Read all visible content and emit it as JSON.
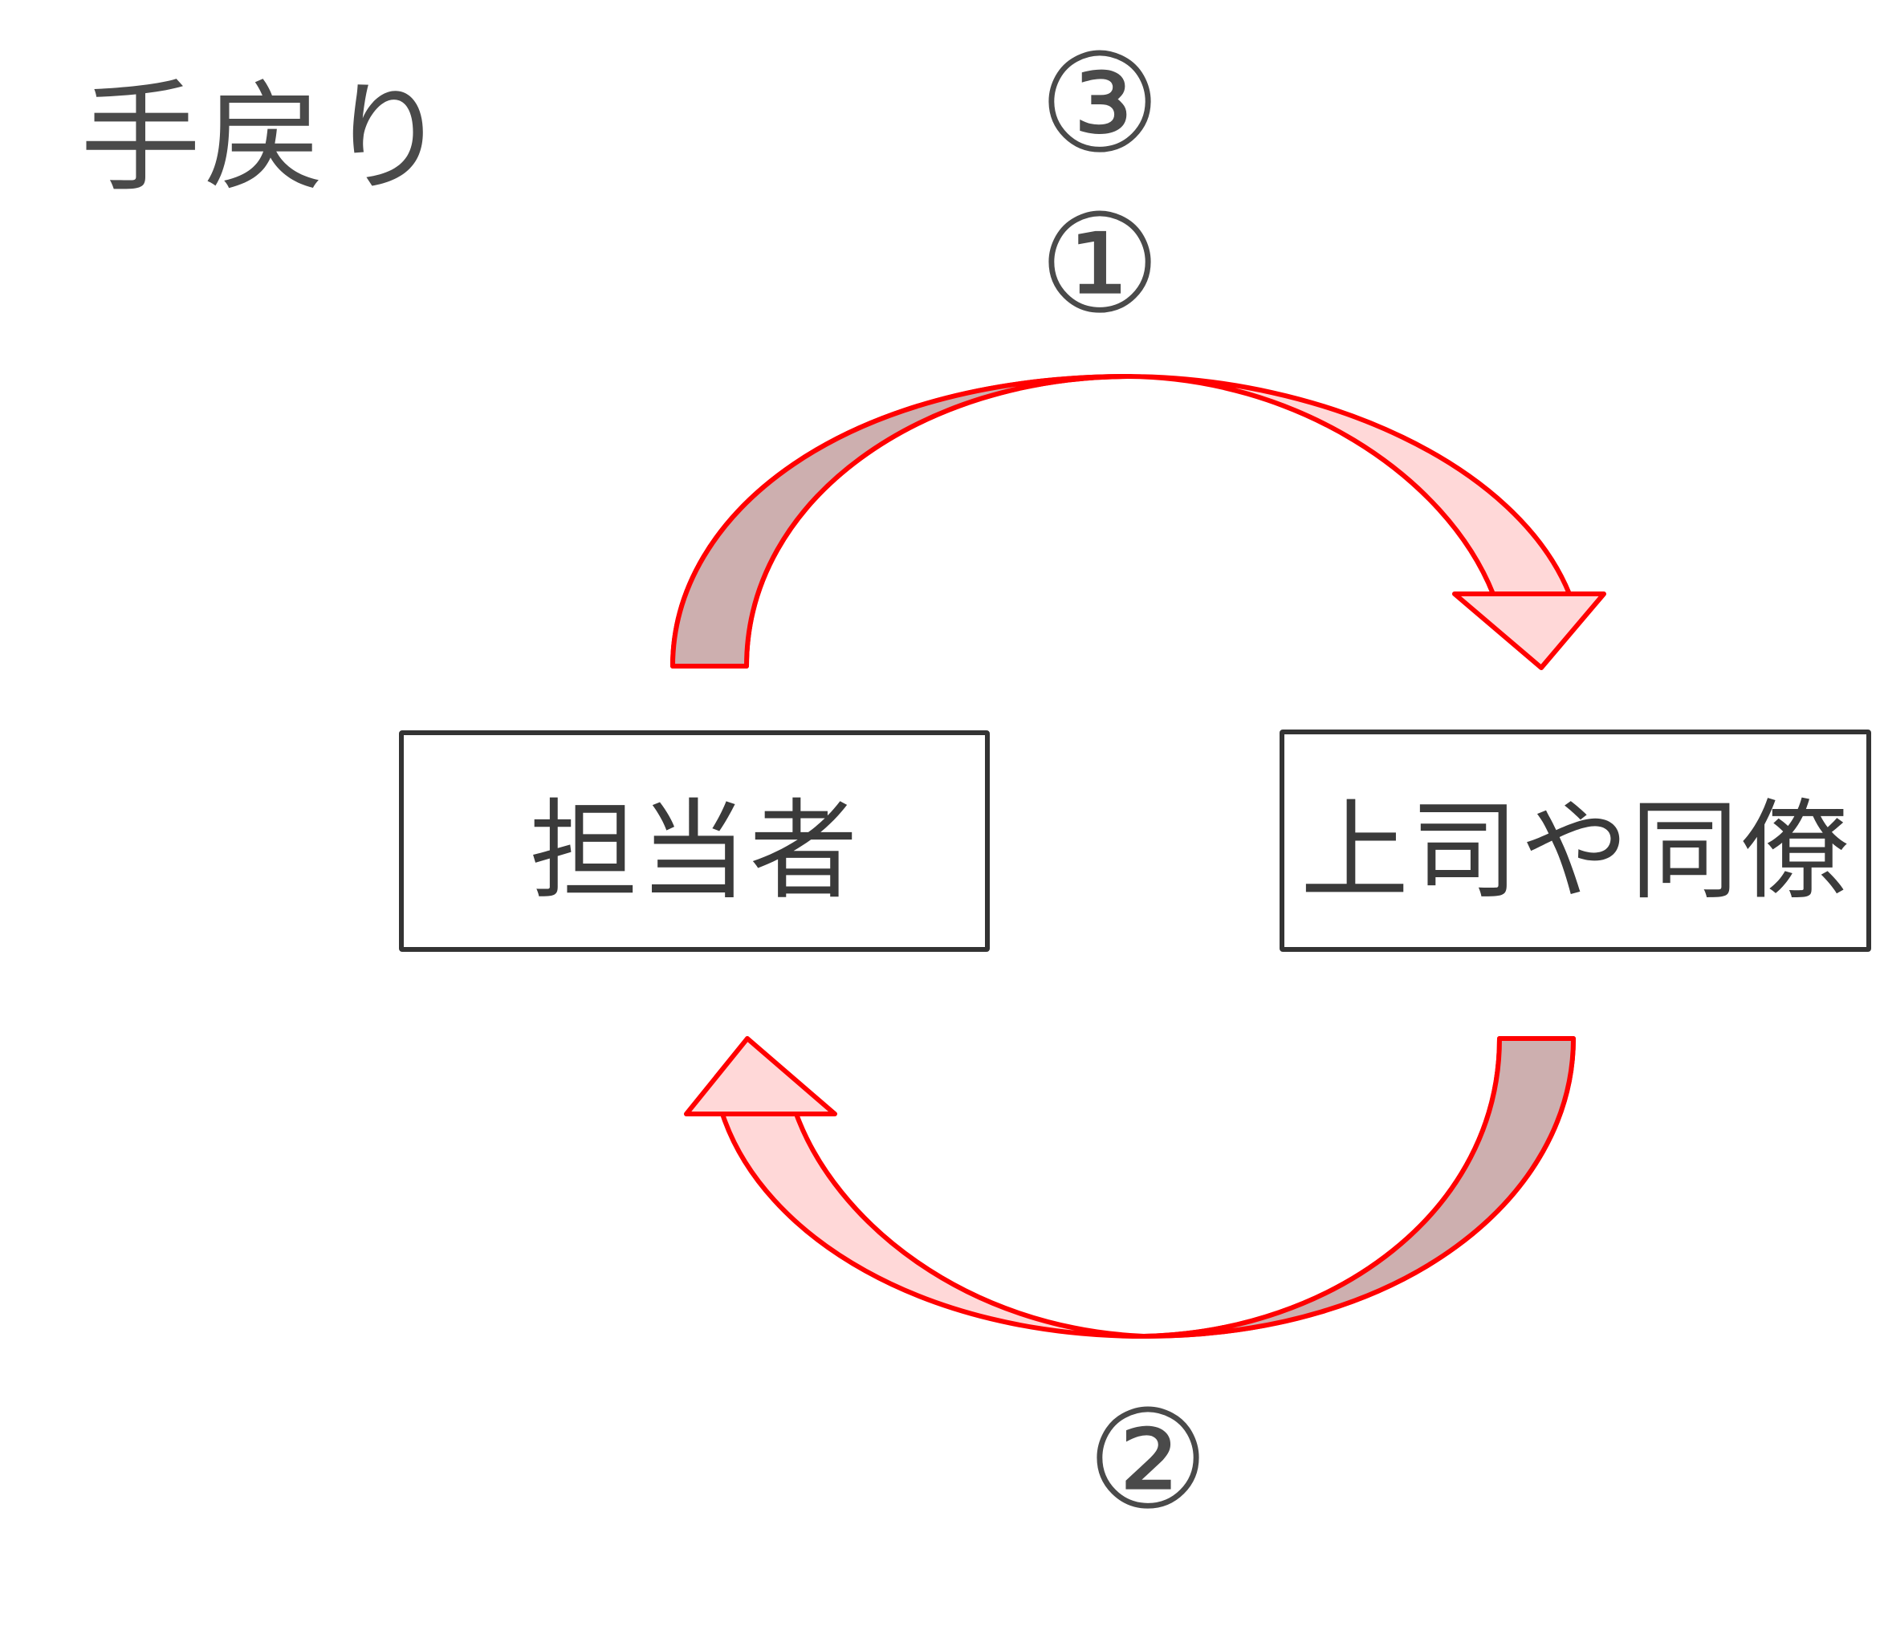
{
  "title": "手戻り",
  "steps": {
    "one": "①",
    "two": "②",
    "three": "③"
  },
  "nodes": {
    "left": "担当者",
    "right": "上司や同僚"
  },
  "colors": {
    "arrow_stroke": "#ff0000",
    "arrow_fill_light": "#ffd8d8",
    "arrow_fill_dark": "#cdafaf",
    "text": "#4a4a4a",
    "box_border": "#333333"
  }
}
